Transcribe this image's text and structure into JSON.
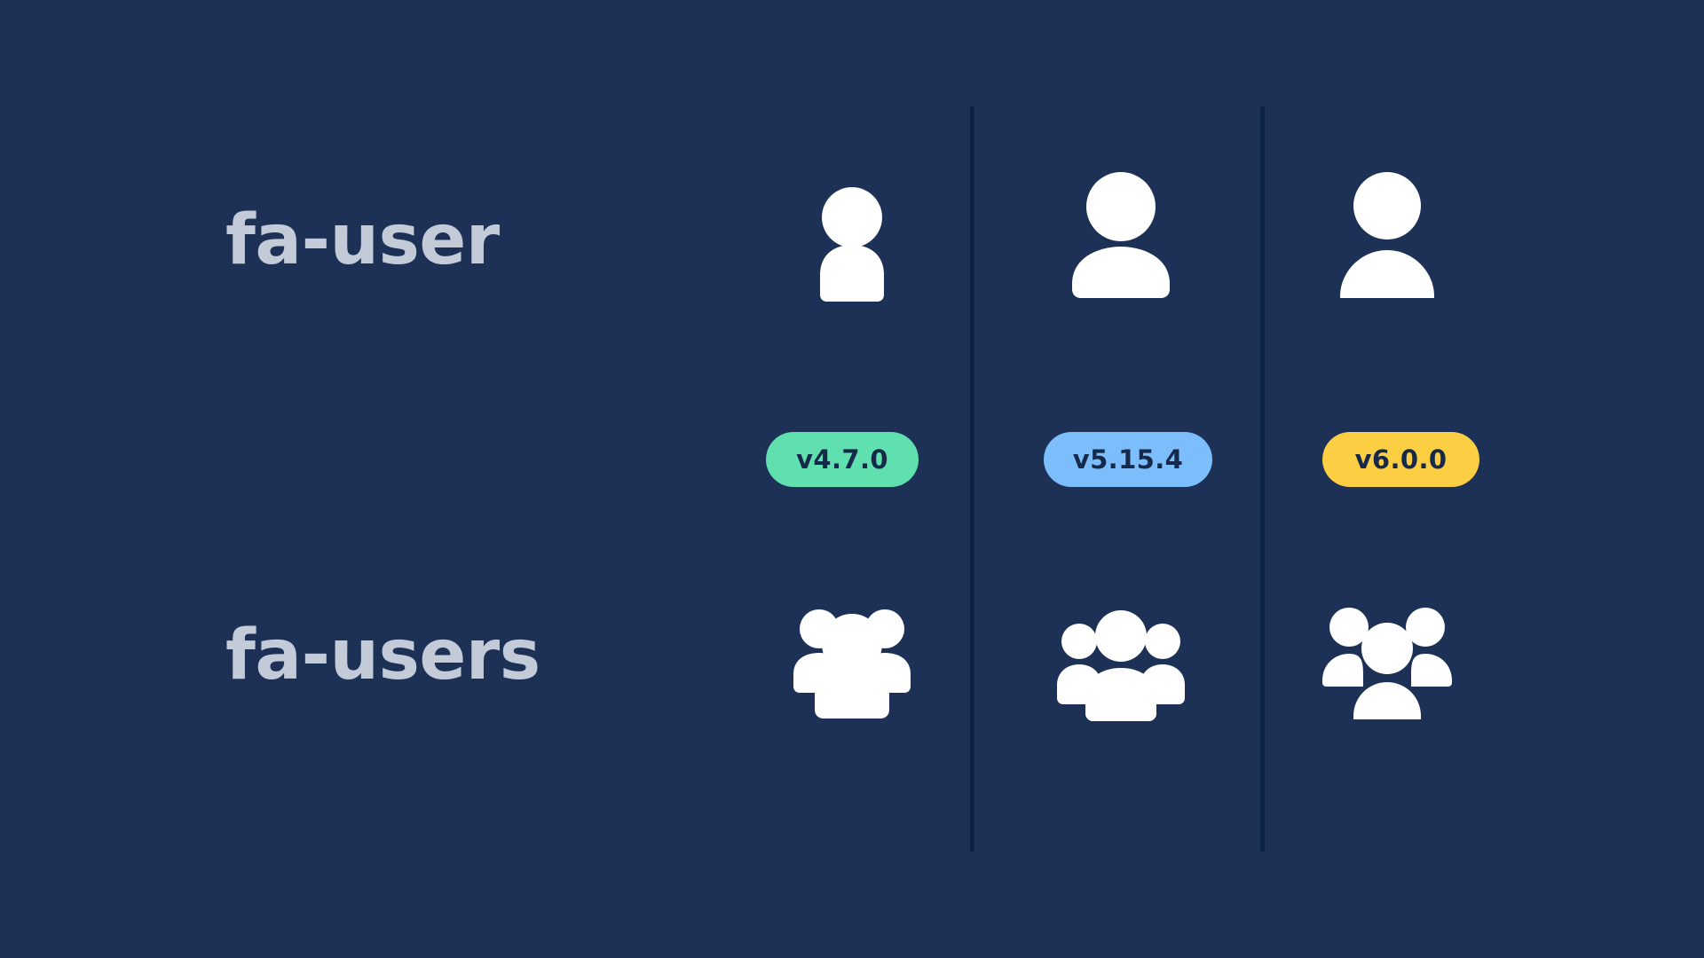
{
  "page": {
    "background_color": "#1c3155",
    "divider_color": "#0b2347",
    "label_color": "#c3cbd8",
    "icon_color": "#ffffff"
  },
  "rows": [
    {
      "label": "fa-user",
      "icon_name": "user-icon"
    },
    {
      "label": "fa-users",
      "icon_name": "users-icon"
    }
  ],
  "columns": [
    {
      "version": "v4.7.0",
      "badge_color": "#5fe0ae",
      "badge_text_color": "#16294a"
    },
    {
      "version": "v5.15.4",
      "badge_color": "#7cbefb",
      "badge_text_color": "#16294a"
    },
    {
      "version": "v6.0.0",
      "badge_color": "#fbce43",
      "badge_text_color": "#16294a"
    }
  ]
}
